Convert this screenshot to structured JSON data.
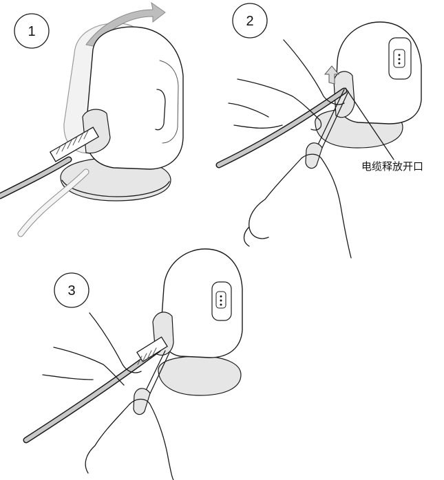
{
  "steps": [
    {
      "number": "1"
    },
    {
      "number": "2"
    },
    {
      "number": "3"
    }
  ],
  "callout": {
    "label": "电缆释放开口"
  },
  "colors": {
    "line": "#1a1a1a",
    "ghost": "#9a9a9a",
    "arrow_gray": "#bdbdbd",
    "background": "#ffffff"
  }
}
